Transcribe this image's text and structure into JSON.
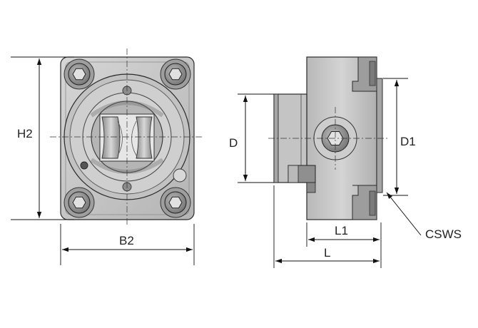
{
  "labels": {
    "h2": "H2",
    "b2": "B2",
    "d": "D",
    "d1": "D1",
    "l1": "L1",
    "l": "L",
    "csws": "CSWS"
  },
  "colors": {
    "background": "#ffffff",
    "metal_light": "#c9c9c9",
    "metal_mid": "#a9a9a9",
    "metal_dark": "#7d7d7d",
    "outline": "#2a2a2a",
    "dimension": "#111111"
  },
  "icons": {
    "screw_head": "hex-socket-screw-icon",
    "arrow": "dimension-arrow-icon"
  }
}
